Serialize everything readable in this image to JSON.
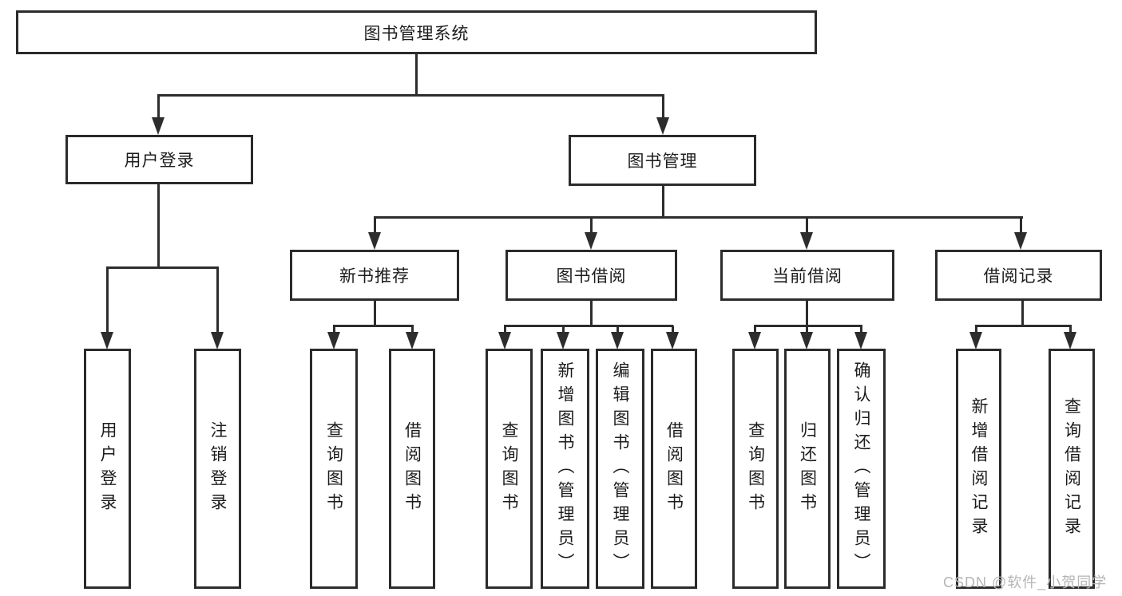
{
  "tree": {
    "label": "图书管理系统",
    "children": [
      {
        "label": "用户登录",
        "children": [
          {
            "label": "用户登录"
          },
          {
            "label": "注销登录"
          }
        ]
      },
      {
        "label": "图书管理",
        "children": [
          {
            "label": "新书推荐",
            "children": [
              {
                "label": "查询图书"
              },
              {
                "label": "借阅图书"
              }
            ]
          },
          {
            "label": "图书借阅",
            "children": [
              {
                "label": "查询图书"
              },
              {
                "label": "新增图书（管理员）"
              },
              {
                "label": "编辑图书（管理员）"
              },
              {
                "label": "借阅图书"
              }
            ]
          },
          {
            "label": "当前借阅",
            "children": [
              {
                "label": "查询图书"
              },
              {
                "label": "归还图书"
              },
              {
                "label": "确认归还（管理员）"
              }
            ]
          },
          {
            "label": "借阅记录",
            "children": [
              {
                "label": "新增借阅记录"
              },
              {
                "label": "查询借阅记录"
              }
            ]
          }
        ]
      }
    ]
  },
  "watermark": "CSDN @软件_小贺同学",
  "colors": {
    "background": "#ffffff",
    "border": "#2b2b2b",
    "line": "#2d2d2d",
    "text": "#1c1c1c",
    "watermark": "#b5b5b5"
  }
}
